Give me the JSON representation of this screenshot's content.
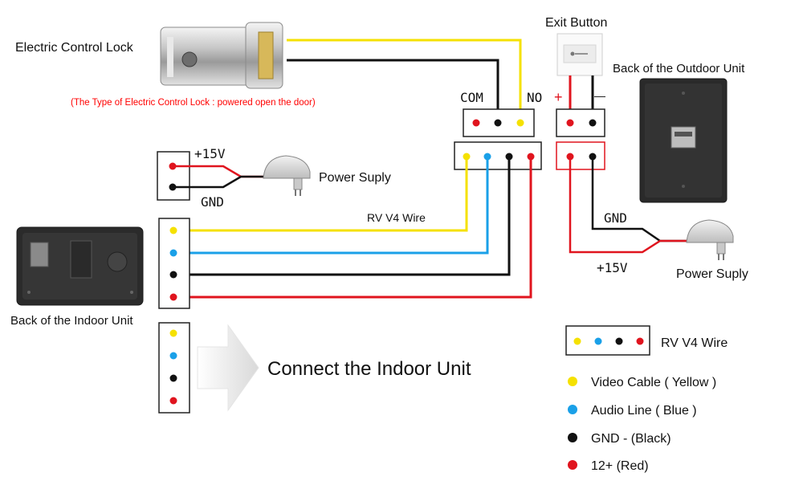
{
  "colors": {
    "yellow": "#f5e100",
    "blue": "#1aa0e8",
    "black": "#111111",
    "red": "#e0141e",
    "note_red": "#ff0000",
    "box_red": "#e0141e"
  },
  "labels": {
    "lock": "Electric Control Lock",
    "lock_note": "(The Type of Electric Control Lock : powered open the door)",
    "exit_button": "Exit Button",
    "outdoor_back": "Back of the Outdoor Unit",
    "com": "COM",
    "no": "NO",
    "plus": "+",
    "minus": "—",
    "plus15v_left": "+15V",
    "gnd_left": "GND",
    "power_supply_left": "Power Suply",
    "rv_wire": "RV V4 Wire",
    "indoor_back": "Back of the Indoor Unit",
    "connect_indoor": "Connect the Indoor Unit",
    "gnd_right": "GND",
    "plus15v_right": "+15V",
    "power_supply_right": "Power Suply"
  },
  "legend": {
    "title": "RV V4 Wire",
    "items": [
      {
        "label": "Video Cable  ( Yellow )",
        "color": "#f5e100"
      },
      {
        "label": "Audio Line  ( Blue )",
        "color": "#1aa0e8"
      },
      {
        "label": "GND -  (Black)",
        "color": "#111111"
      },
      {
        "label": "12+    (Red)",
        "color": "#e0141e"
      }
    ]
  }
}
